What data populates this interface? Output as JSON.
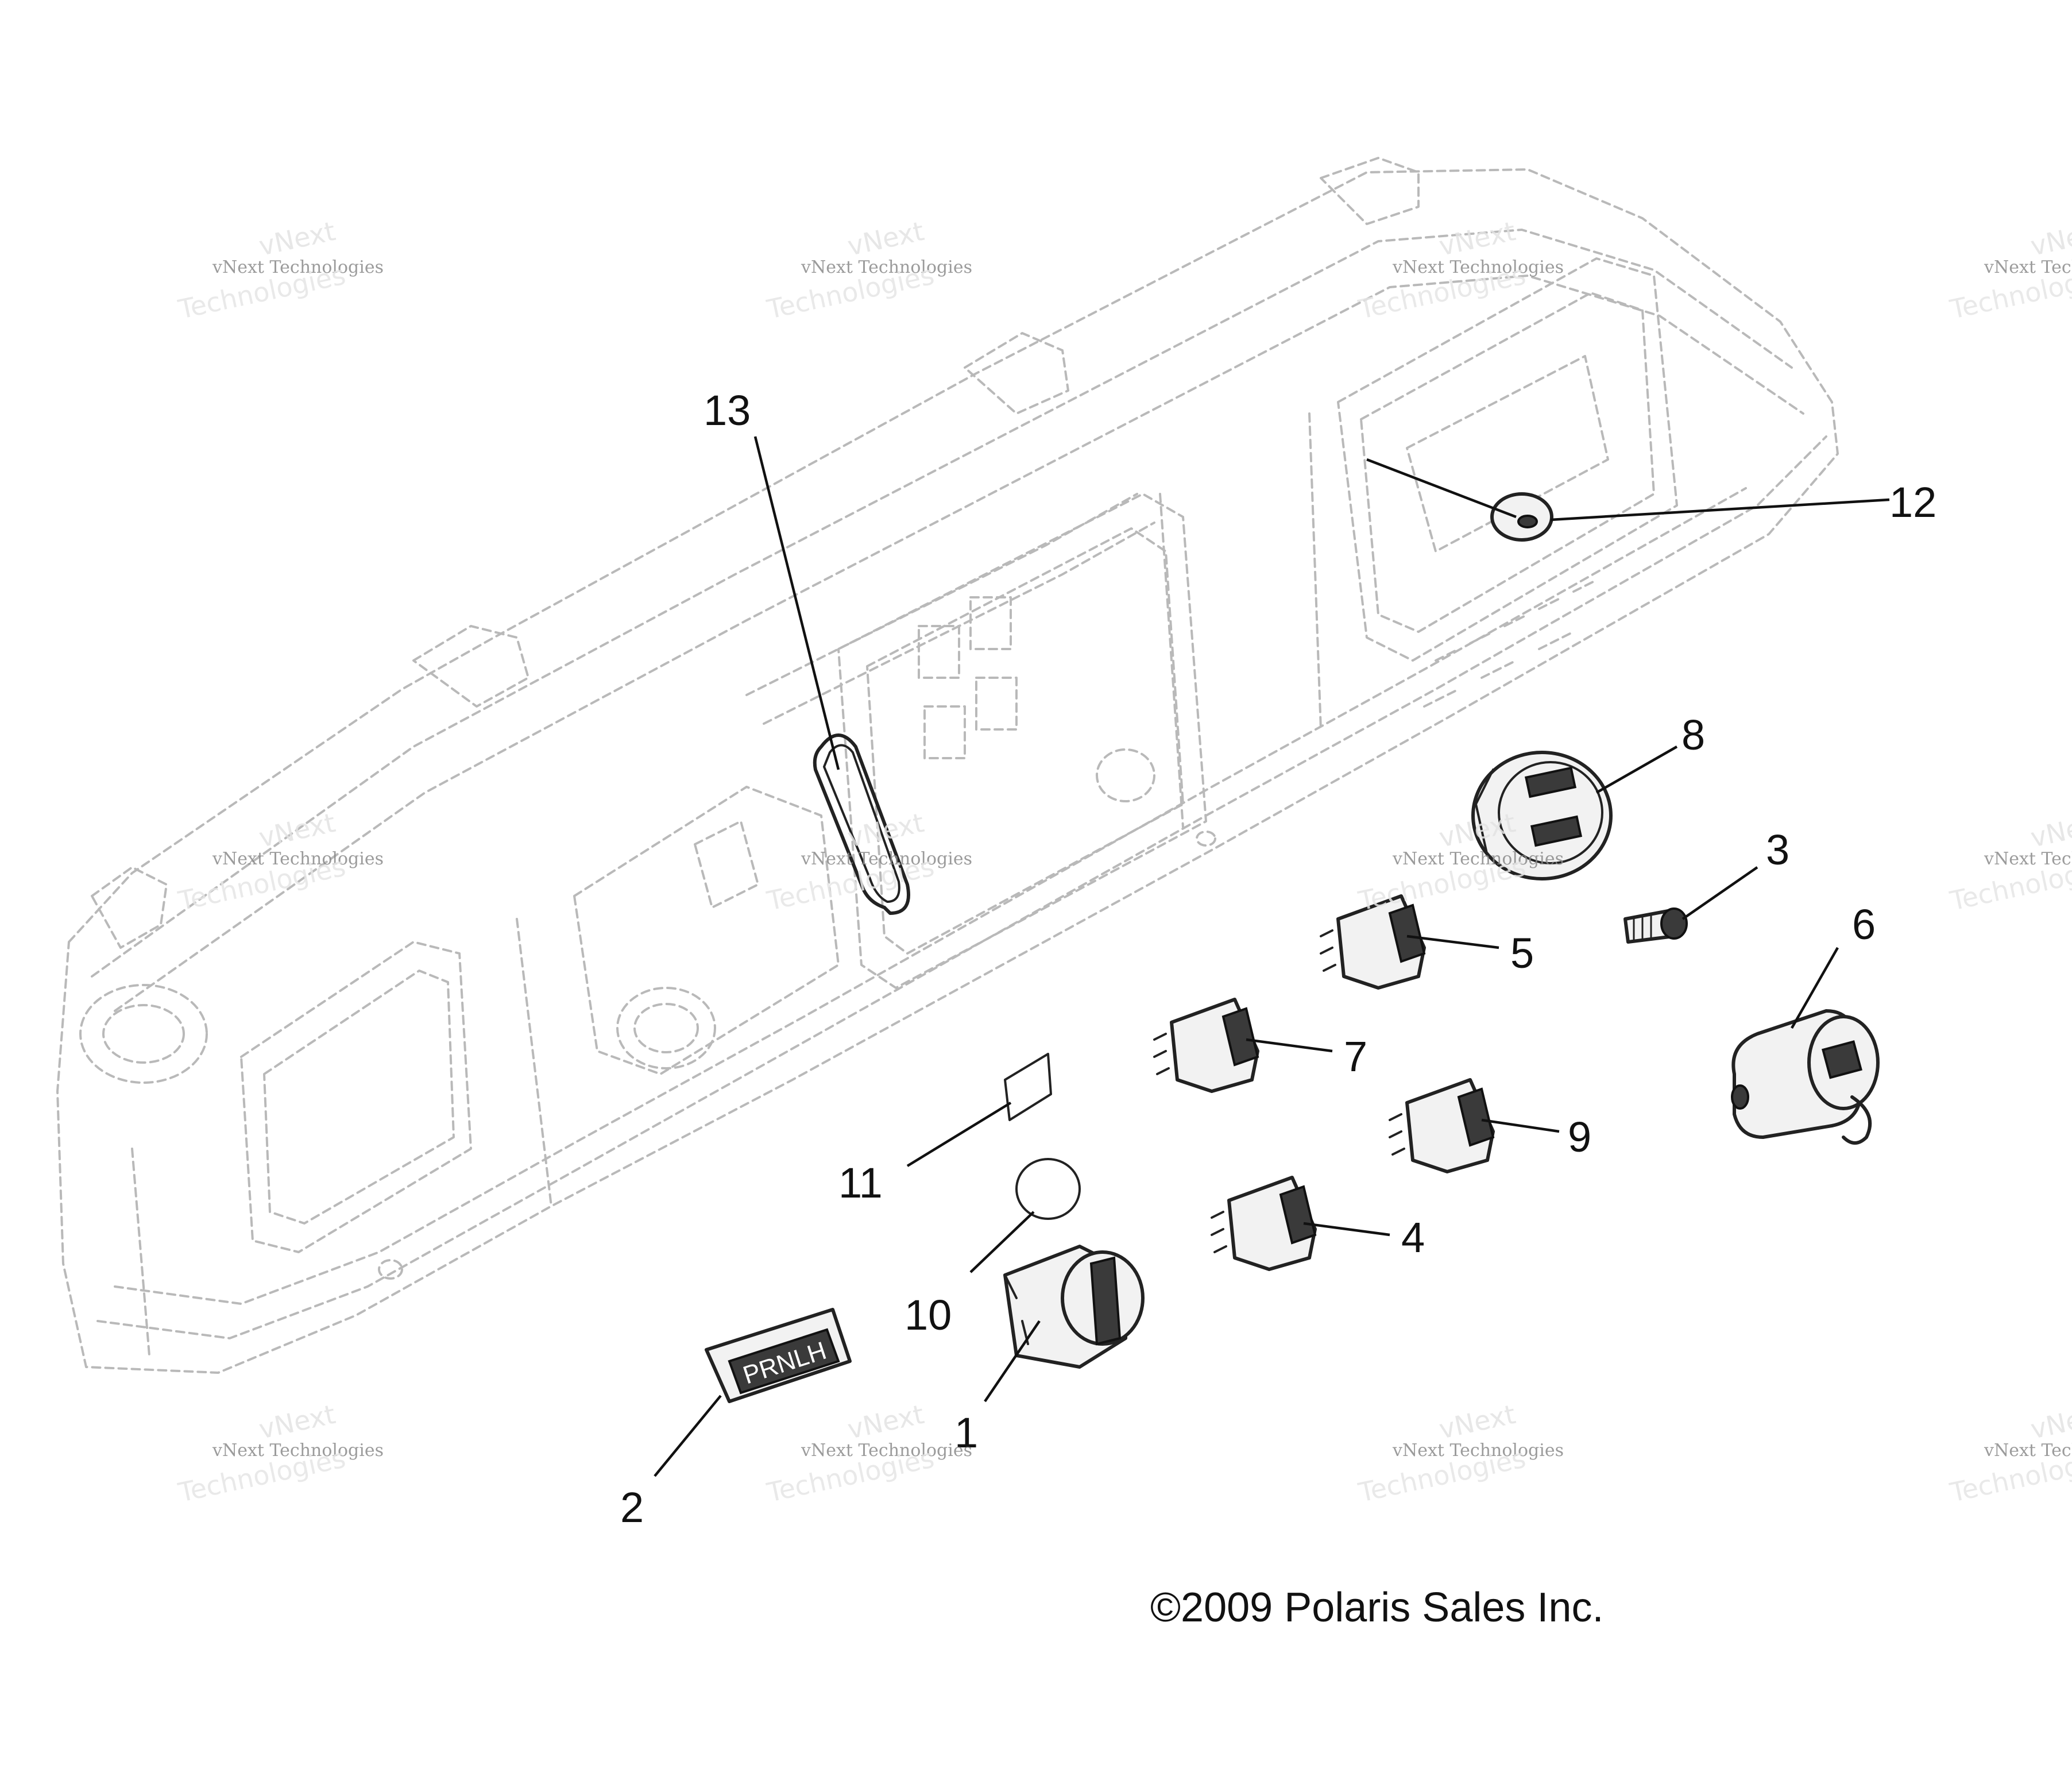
{
  "diagram": {
    "callouts": [
      "1",
      "2",
      "3",
      "4",
      "5",
      "6",
      "7",
      "8",
      "9",
      "10",
      "11",
      "12",
      "13"
    ],
    "copyright": "©2009 Polaris Sales Inc.",
    "watermark": {
      "line1": "vNext Technologies",
      "line2": "Technologies",
      "line3": "vNext"
    },
    "shifter_label": "PRNLH"
  }
}
